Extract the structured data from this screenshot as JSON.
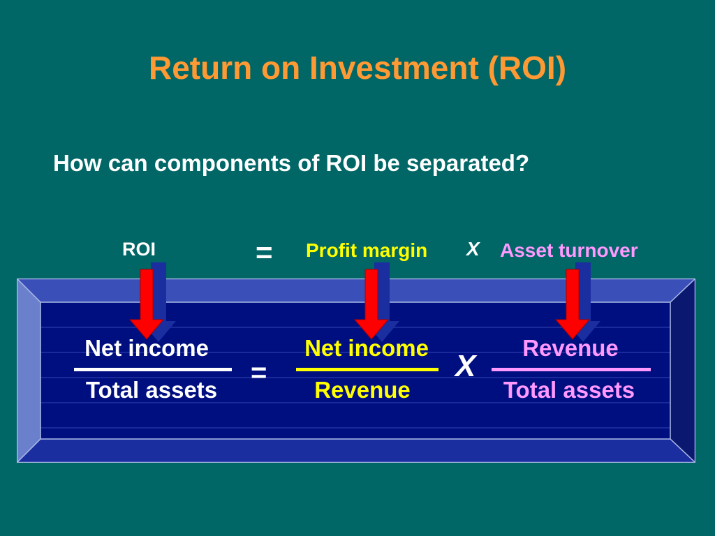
{
  "slide": {
    "title": "Return on Investment (ROI)",
    "question": "How can components of ROI be separated?"
  },
  "labels": {
    "roi": "ROI",
    "equals": "=",
    "profit_margin": "Profit margin",
    "times": "X",
    "asset_turnover": "Asset turnover"
  },
  "formula": {
    "left": {
      "numerator": "Net income",
      "denominator": "Total assets"
    },
    "equals": "=",
    "middle": {
      "numerator": "Net income",
      "denominator": "Revenue"
    },
    "times": "X",
    "right": {
      "numerator": "Revenue",
      "denominator": "Total assets"
    }
  },
  "colors": {
    "background": "#006666",
    "title": "#ff9933",
    "white": "#ffffff",
    "yellow": "#ffff00",
    "pink": "#ff99ff",
    "panel": "#000f80",
    "bevel_light": "#6a80cc",
    "arrow": "#ff0000"
  }
}
